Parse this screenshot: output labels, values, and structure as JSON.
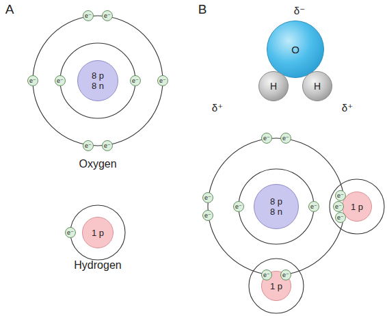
{
  "diagram": {
    "nodes": [
      {
        "text": [
          "8 p",
          "8 n"
        ]
      },
      {
        "text": [
          "e⁻"
        ]
      },
      {
        "text": [
          "e⁻"
        ]
      },
      {
        "text": [
          "e⁻"
        ]
      },
      {
        "text": [
          "e⁻"
        ]
      },
      {
        "text": [
          "e⁻"
        ]
      },
      {
        "text": [
          "e⁻"
        ]
      },
      {
        "text": [
          "e⁻"
        ]
      },
      {
        "text": [
          "e⁻"
        ]
      },
      {
        "text": [
          "1 p"
        ]
      },
      {
        "text": [
          "e⁻"
        ]
      },
      {
        "text": [
          "O"
        ]
      },
      {
        "text": [
          "H"
        ]
      },
      {
        "text": [
          "H"
        ]
      },
      {
        "text": [
          "8 p",
          "8 n"
        ]
      },
      {
        "text": [
          "1 p"
        ]
      },
      {
        "text": [
          "1 p"
        ]
      },
      {
        "text": [
          "e⁻"
        ]
      },
      {
        "text": [
          "e⁻"
        ]
      },
      {
        "text": [
          "e⁻"
        ]
      },
      {
        "text": [
          "e⁻"
        ]
      },
      {
        "text": [
          "e⁻"
        ]
      },
      {
        "text": [
          "e⁻"
        ]
      },
      {
        "text": [
          "e⁻"
        ]
      },
      {
        "text": [
          "e⁻"
        ]
      },
      {
        "text": [
          "e⁻"
        ]
      },
      {
        "text": [
          "e⁻"
        ]
      },
      {
        "text": [
          "e⁻"
        ]
      }
    ],
    "labels": [
      "A",
      "Oxygen",
      "Hydrogen",
      "B",
      "δ⁻",
      "δ⁺",
      "δ⁺"
    ]
  }
}
